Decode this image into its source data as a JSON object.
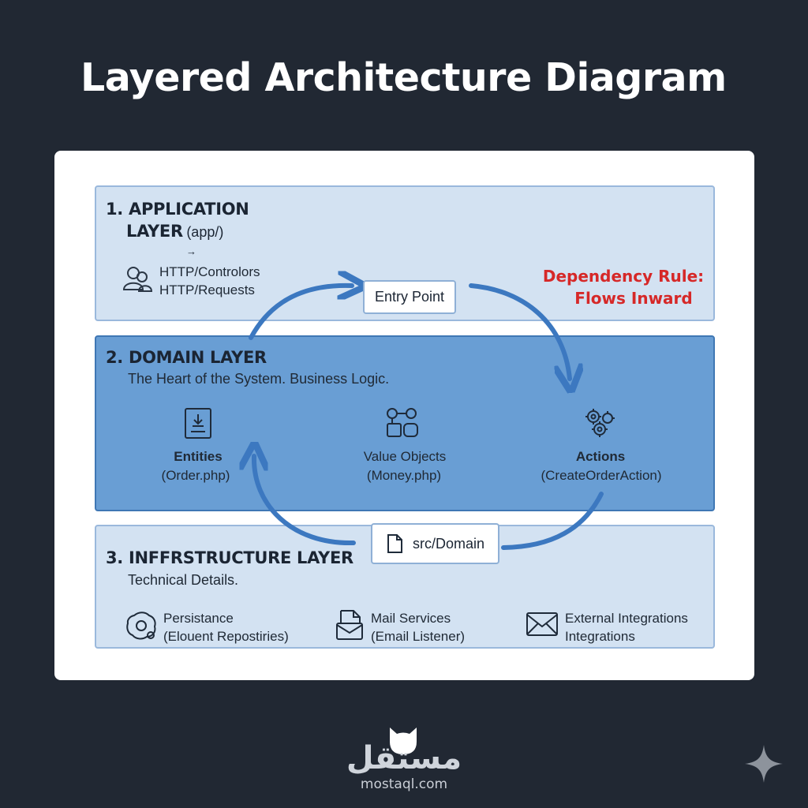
{
  "title": "Layered Architecture Diagram",
  "application_layer": {
    "title_line1": "1. APPLICATION",
    "title_line2": "LAYER",
    "path": "(app/)",
    "small_arrow": "→",
    "items": [
      "HTTP/Controlors",
      "HTTP/Requests"
    ],
    "entry_point": "Entry Point",
    "dependency_rule_line1": "Dependency Rule:",
    "dependency_rule_line2": "Flows Inward"
  },
  "domain_layer": {
    "title": "2. DOMAIN LAYER",
    "subtitle": "The Heart of the System. Business Logic.",
    "entities": {
      "label": "Entities",
      "file": "(Order.php)"
    },
    "value_objects": {
      "label": "Value Objects",
      "file": "(Money.php)"
    },
    "actions": {
      "label": "Actions",
      "file": "(CreateOrderAction)"
    }
  },
  "src_domain_label": "src/Domain",
  "infrastructure_layer": {
    "title": "3. INFFRSTRUCTURE LAYER",
    "subtitle": "Technical Details.",
    "persistence": {
      "line1": "Persistance",
      "line2": "(Elouent Repostiries)"
    },
    "mail": {
      "line1": "Mail Services",
      "line2": "(Email Listener)"
    },
    "external": {
      "line1": "External Integrations",
      "line2": "Integrations"
    }
  },
  "watermark": {
    "arabic": "مستقل",
    "url": "mostaql.com"
  },
  "icons": {
    "users": "users-icon",
    "entity": "document-download-icon",
    "value_objects": "shapes-icon",
    "actions": "cog-cluster-icon",
    "file": "file-icon",
    "persistence": "database-gear-icon",
    "mail": "mail-document-icon",
    "external": "envelope-icon",
    "sparkle": "sparkle-icon",
    "mascot": "cat-mascot-icon"
  },
  "colors": {
    "background": "#212833",
    "light_layer": "#d3e2f2",
    "domain_layer": "#699ed4",
    "arrow": "#3c78c0",
    "rule_text": "#d62828"
  }
}
